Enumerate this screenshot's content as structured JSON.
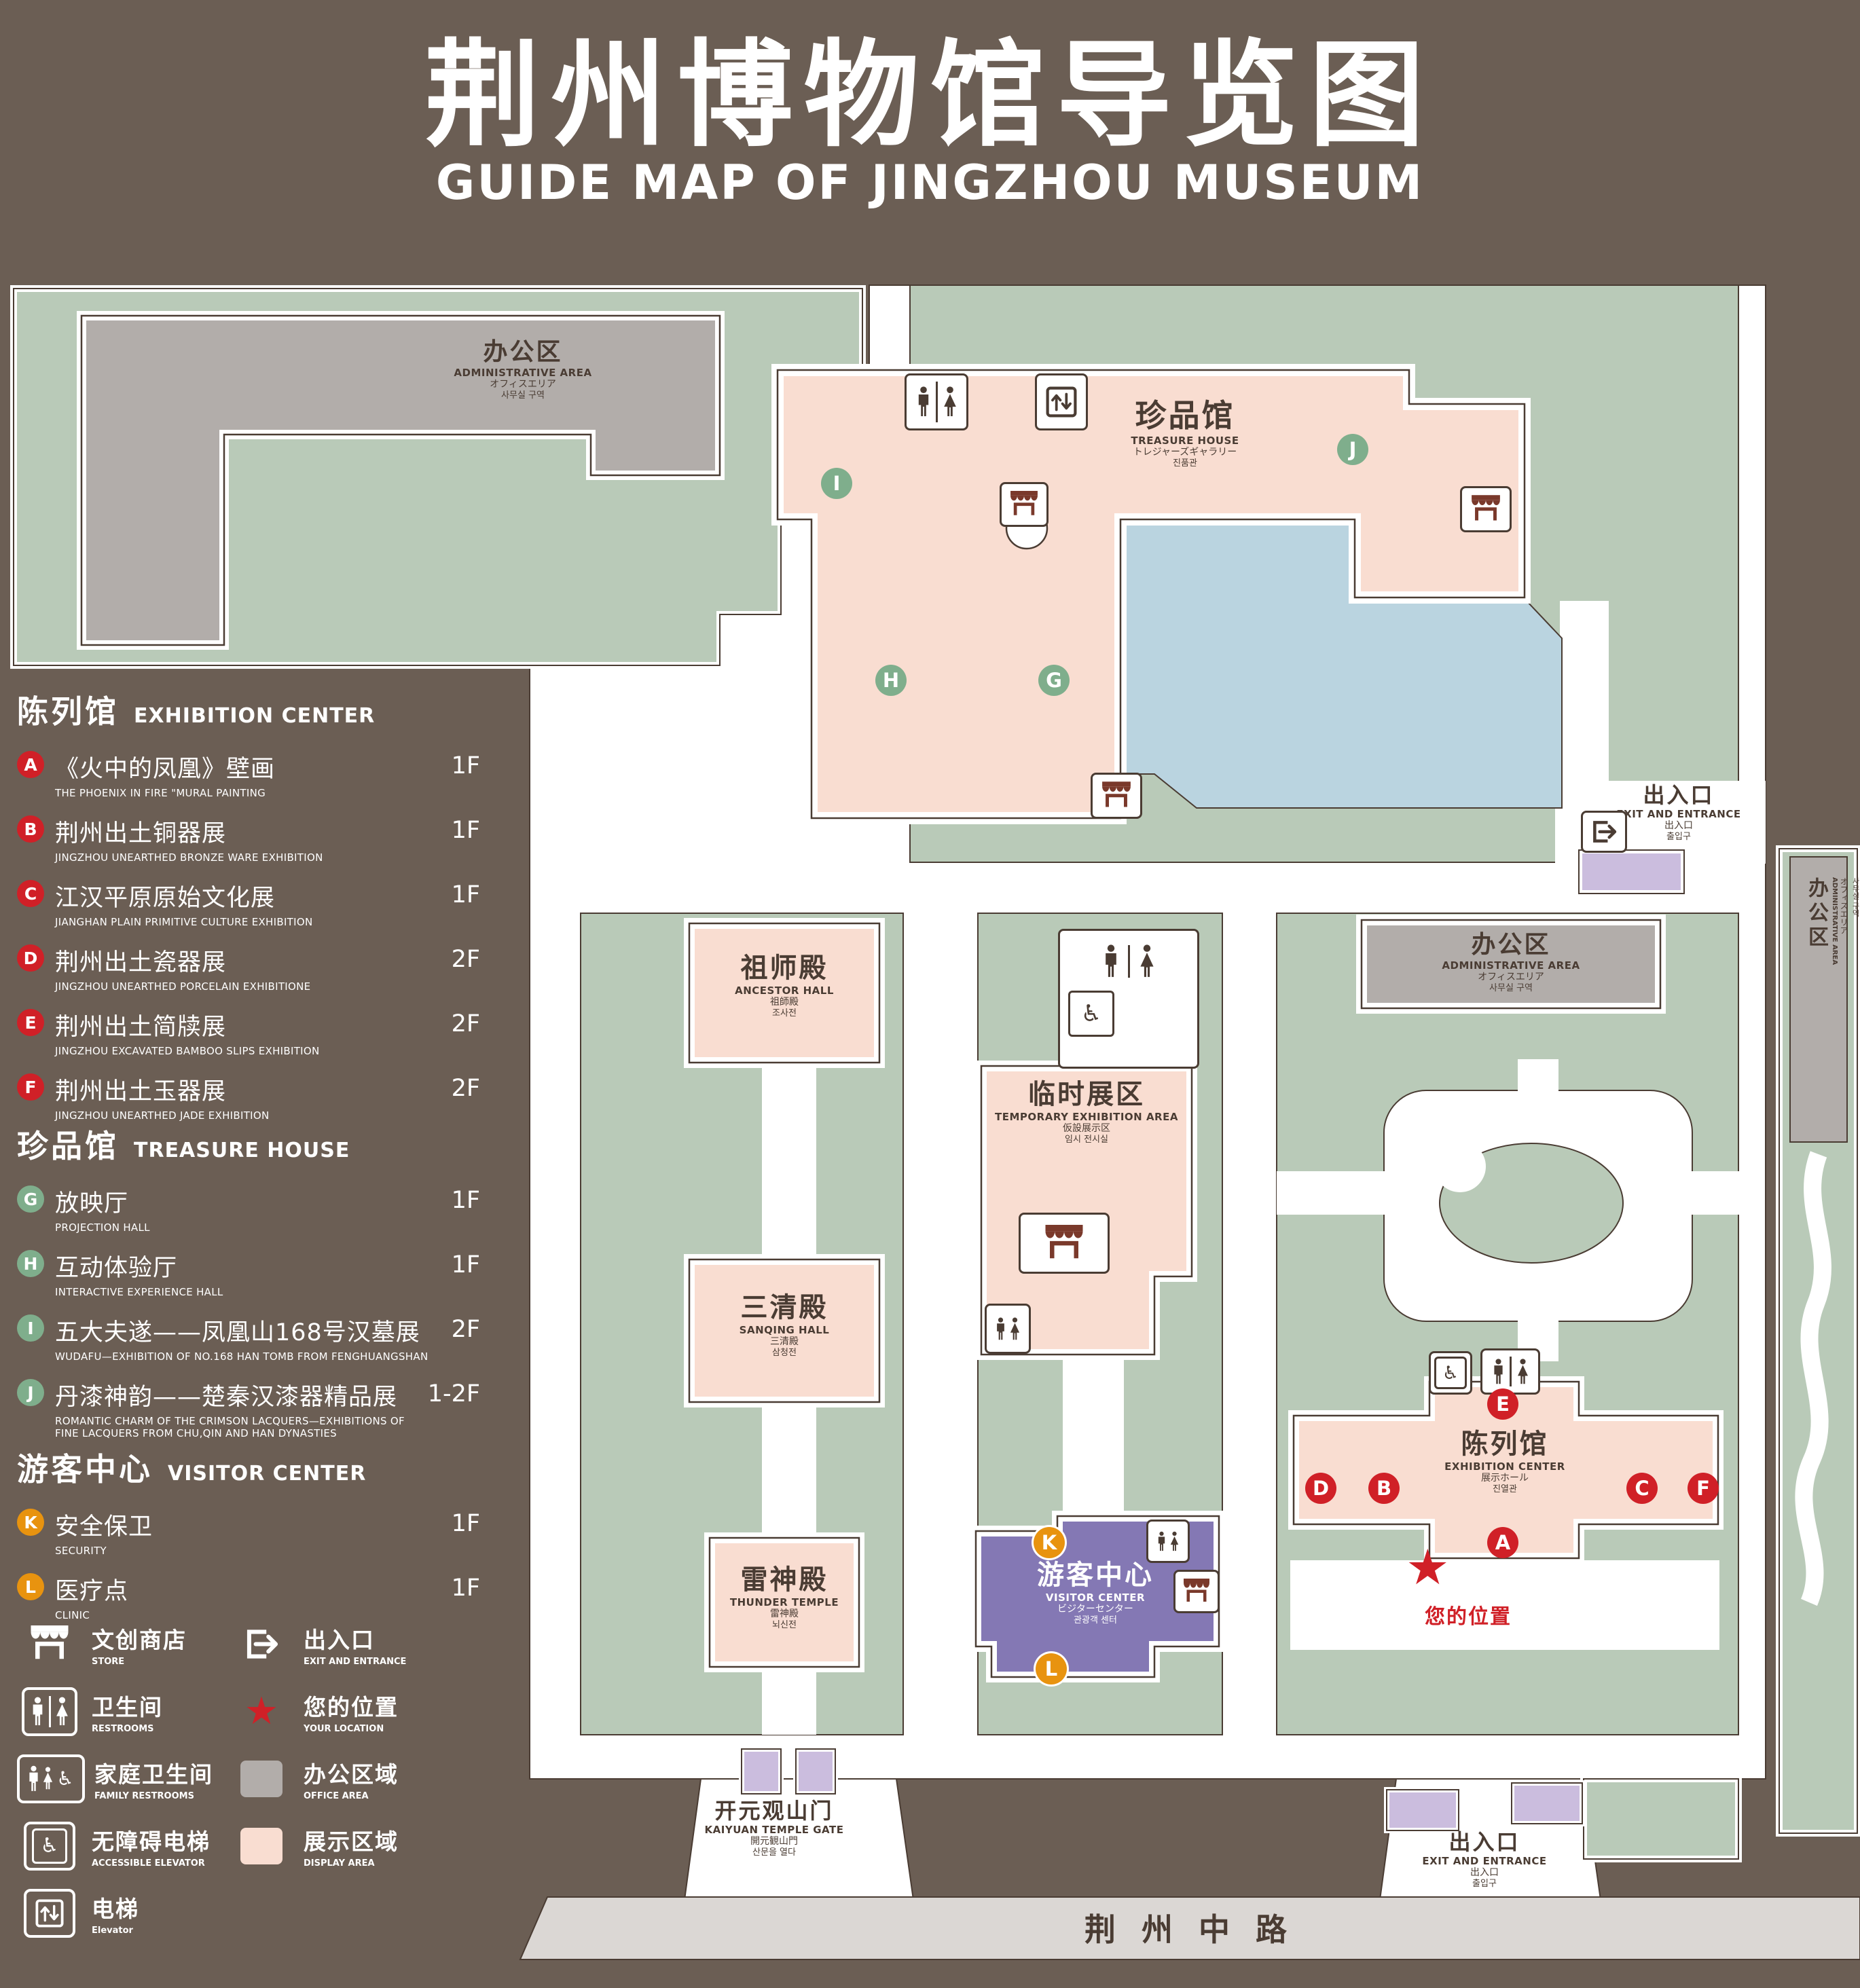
{
  "header": {
    "title": "荆州博物馆导览图",
    "subtitle": "GUIDE MAP OF JINGZHOU MUSEUM"
  },
  "legend": {
    "sections": [
      {
        "zh": "陈列馆",
        "en": "EXHIBITION CENTER",
        "items": [
          {
            "letter": "A",
            "zh": "《火中的凤凰》壁画",
            "en": "THE PHOENIX IN FIRE \"MURAL PAINTING",
            "floor": "1F"
          },
          {
            "letter": "B",
            "zh": "荆州出土铜器展",
            "en": "JINGZHOU UNEARTHED BRONZE WARE EXHIBITION",
            "floor": "1F"
          },
          {
            "letter": "C",
            "zh": "江汉平原原始文化展",
            "en": "JIANGHAN PLAIN PRIMITIVE CULTURE EXHIBITION",
            "floor": "1F"
          },
          {
            "letter": "D",
            "zh": "荆州出土瓷器展",
            "en": "JINGZHOU UNEARTHED PORCELAIN EXHIBITIONE",
            "floor": "2F"
          },
          {
            "letter": "E",
            "zh": "荆州出土简牍展",
            "en": "JINGZHOU EXCAVATED BAMBOO SLIPS EXHIBITION",
            "floor": "2F"
          },
          {
            "letter": "F",
            "zh": "荆州出土玉器展",
            "en": "JINGZHOU UNEARTHED JADE EXHIBITION",
            "floor": "2F"
          }
        ]
      },
      {
        "zh": "珍品馆",
        "en": "TREASURE HOUSE",
        "items": [
          {
            "letter": "G",
            "zh": "放映厅",
            "en": "PROJECTION HALL",
            "floor": "1F"
          },
          {
            "letter": "H",
            "zh": "互动体验厅",
            "en": "INTERACTIVE EXPERIENCE HALL",
            "floor": "1F"
          },
          {
            "letter": "I",
            "zh": "五大夫遂——凤凰山168号汉墓展",
            "en": "WUDAFU—EXHIBITION OF NO.168 HAN TOMB FROM FENGHUANGSHAN",
            "floor": "2F"
          },
          {
            "letter": "J",
            "zh": "丹漆神韵——楚秦汉漆器精品展",
            "en": "ROMANTIC CHARM OF THE CRIMSON LACQUERS—EXHIBITIONS OF FINE LACQUERS FROM CHU,QIN AND HAN DYNASTIES",
            "floor": "1-2F"
          }
        ]
      },
      {
        "zh": "游客中心",
        "en": "VISITOR CENTER",
        "items": [
          {
            "letter": "K",
            "zh": "安全保卫",
            "en": "SECURITY",
            "floor": "1F"
          },
          {
            "letter": "L",
            "zh": "医疗点",
            "en": "CLINIC",
            "floor": "1F"
          }
        ]
      }
    ],
    "symbols": [
      {
        "icon": "store-icon",
        "zh": "文创商店",
        "en": "STORE"
      },
      {
        "icon": "exit-icon",
        "zh": "出入口",
        "en": "EXIT AND ENTRANCE"
      },
      {
        "icon": "restroom-icon",
        "zh": "卫生间",
        "en": "RESTROOMS"
      },
      {
        "icon": "location-star-icon",
        "zh": "您的位置",
        "en": "YOUR LOCATION"
      },
      {
        "icon": "family-restroom-icon",
        "zh": "家庭卫生间",
        "en": "FAMILY RESTROOMS"
      },
      {
        "icon": "office-area-swatch",
        "zh": "办公区域",
        "en": "OFFICE AREA"
      },
      {
        "icon": "accessible-elevator-icon",
        "zh": "无障碍电梯",
        "en": "ACCESSIBLE ELEVATOR"
      },
      {
        "icon": "display-area-swatch",
        "zh": "展示区域",
        "en": "DISPLAY AREA"
      },
      {
        "icon": "elevator-icon",
        "zh": "电梯",
        "en": "Elevator"
      }
    ]
  },
  "map": {
    "markers": [
      "A",
      "B",
      "C",
      "D",
      "E",
      "F",
      "G",
      "H",
      "I",
      "J",
      "K",
      "L"
    ],
    "admin_west": {
      "zh": "办公区",
      "en": "ADMINISTRATIVE AREA",
      "ja": "オフィスエリア",
      "ko": "사무실 구역"
    },
    "treasure": {
      "zh": "珍品馆",
      "en": "TREASURE HOUSE",
      "ja": "トレジャーズギャラリー",
      "ko": "진품관"
    },
    "ancestor": {
      "zh": "祖师殿",
      "en": "ANCESTOR HALL",
      "ja": "祖師殿",
      "ko": "조사전"
    },
    "temporary": {
      "zh": "临时展区",
      "en": "TEMPORARY EXHIBITION AREA",
      "ja": "仮設展示区",
      "ko": "임시 전시실"
    },
    "sanqing": {
      "zh": "三清殿",
      "en": "SANQING HALL",
      "ja": "三清殿",
      "ko": "삼청전"
    },
    "thunder": {
      "zh": "雷神殿",
      "en": "THUNDER TEMPLE",
      "ja": "雷神殿",
      "ko": "뇌신전"
    },
    "visitor": {
      "zh": "游客中心",
      "en": "VISITOR CENTER",
      "ja": "ビジターセンター",
      "ko": "관광객 센터"
    },
    "admin_east": {
      "zh": "办公区",
      "en": "ADMINISTRATIVE AREA",
      "ja": "オフィスエリア",
      "ko": "사무실 구역"
    },
    "admin_strip": {
      "zh": "办公区",
      "en": "ADMINISTRATIVE AREA",
      "ja": "オフィスエリア",
      "ko": "사무실 구역"
    },
    "exhibition": {
      "zh": "陈列馆",
      "en": "EXHIBITION CENTER",
      "ja": "展示ホール",
      "ko": "진열관"
    },
    "exit_northeast": {
      "zh": "出入口",
      "en": "EXIT AND ENTRANCE",
      "ja": "出入口",
      "ko": "출입구"
    },
    "exit_south": {
      "zh": "出入口",
      "en": "EXIT AND ENTRANCE",
      "ja": "出入口",
      "ko": "출입구"
    },
    "gate": {
      "zh": "开元观山门",
      "en": "KAIYUAN TEMPLE GATE",
      "ja": "開元観山門",
      "ko": "산문을 열다"
    },
    "road": {
      "zh": "荆州中路"
    },
    "your_location": {
      "zh": "您的位置"
    }
  },
  "colors": {
    "background": "#6b5e54",
    "lawn": "#b9cab8",
    "display_area": "#f9ddd1",
    "office_area": "#b2adaa",
    "visitor_purple": "#8478b4",
    "gate_lavender": "#cbbdde",
    "water": "#bad4e0",
    "ink": "#4a3c33",
    "marker_red": "#d02027",
    "marker_green": "#7fae8c",
    "marker_orange": "#e8930f",
    "store_brown": "#7a392b"
  }
}
